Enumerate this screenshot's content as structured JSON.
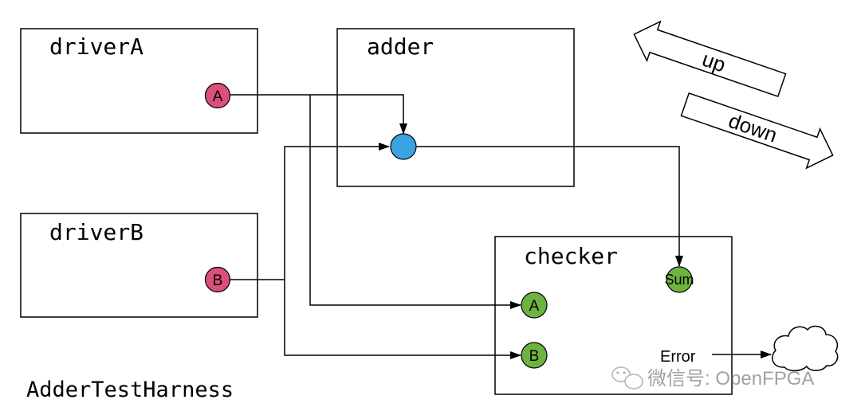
{
  "blocks": {
    "driverA": "driverA",
    "adder": "adder",
    "driverB": "driverB",
    "checker": "checker"
  },
  "ports": {
    "driverA_out": "A",
    "driverB_out": "B",
    "checker_a": "A",
    "checker_b": "B",
    "checker_sum": "Sum"
  },
  "labels": {
    "error": "Error",
    "harness": "AdderTestHarness",
    "up": "up",
    "down": "down",
    "watermark": "微信号: OpenFPGA"
  },
  "colors": {
    "port_red": "#d9507a",
    "port_green": "#6db33f",
    "port_blue": "#3ba3e3",
    "line": "#000000"
  },
  "icons": {
    "cloud": "cloud-icon",
    "up_arrow": "left-arrow-icon",
    "down_arrow": "right-arrow-icon",
    "wechat": "wechat-icon"
  }
}
